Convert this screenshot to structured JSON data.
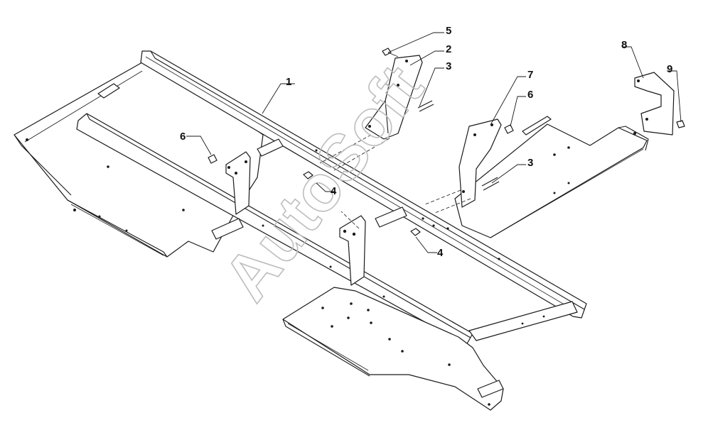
{
  "watermark": "AutoSoft",
  "callouts": [
    {
      "id": "c1",
      "label": "1"
    },
    {
      "id": "c2",
      "label": "2"
    },
    {
      "id": "c3a",
      "label": "3"
    },
    {
      "id": "c3b",
      "label": "3"
    },
    {
      "id": "c4a",
      "label": "4"
    },
    {
      "id": "c4b",
      "label": "4"
    },
    {
      "id": "c5",
      "label": "5"
    },
    {
      "id": "c6a",
      "label": "6"
    },
    {
      "id": "c6b",
      "label": "6"
    },
    {
      "id": "c7",
      "label": "7"
    },
    {
      "id": "c8",
      "label": "8"
    },
    {
      "id": "c9",
      "label": "9"
    }
  ]
}
